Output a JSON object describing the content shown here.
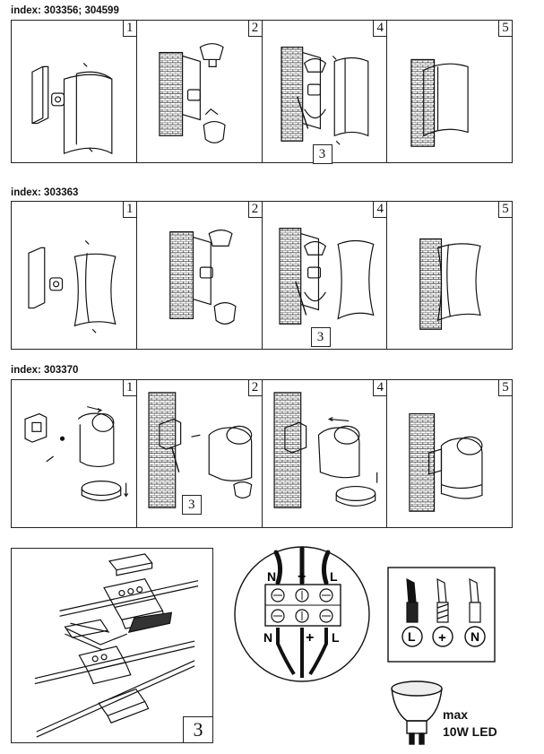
{
  "sections": [
    {
      "index": "index: 303356; 304599",
      "steps": [
        "1",
        "2",
        "4",
        "5"
      ],
      "callout": "3"
    },
    {
      "index": "index: 303363",
      "steps": [
        "1",
        "2",
        "4",
        "5"
      ],
      "callout": "3"
    },
    {
      "index": "index: 303370",
      "steps": [
        "1",
        "2",
        "4",
        "5"
      ],
      "callout": "3"
    }
  ],
  "wiring_panel": {
    "step": "3"
  },
  "terminal": {
    "top_labels": [
      "N",
      "+",
      "L"
    ],
    "bottom_labels": [
      "N",
      "+",
      "L"
    ]
  },
  "wire_legend": [
    "L",
    "+",
    "N"
  ],
  "lamp": {
    "line1": "max",
    "line2": "10W LED"
  }
}
